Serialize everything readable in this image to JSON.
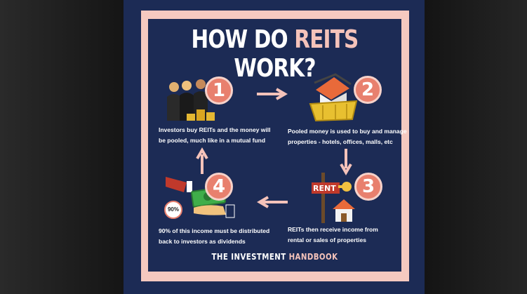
{
  "poster": {
    "title_part1": "HOW DO ",
    "title_accent": "REITS",
    "title_part2": " WORK?",
    "footer_part1": "THE INVESTMENT ",
    "footer_accent": "HANDBOOK"
  },
  "steps": [
    {
      "number": "1",
      "line1": "Investors buy REITs and the money will",
      "line2": "be pooled, much like in a mutual fund"
    },
    {
      "number": "2",
      "line1": "Pooled money is used to buy and manage",
      "line2": "properties - hotels, offices, malls, etc"
    },
    {
      "number": "3",
      "line1": "REITs then receive income from",
      "line2": "rental or sales of properties",
      "sign_text": "RENT"
    },
    {
      "number": "4",
      "line1": "90% of this income must be distributed",
      "line2": "back to investors as dividends",
      "badge_text": "90%"
    }
  ],
  "colors": {
    "navy": "#1c2b55",
    "pink_frame": "#f5c9c0",
    "accent": "#f5c3ba",
    "circle": "#e8806e"
  }
}
